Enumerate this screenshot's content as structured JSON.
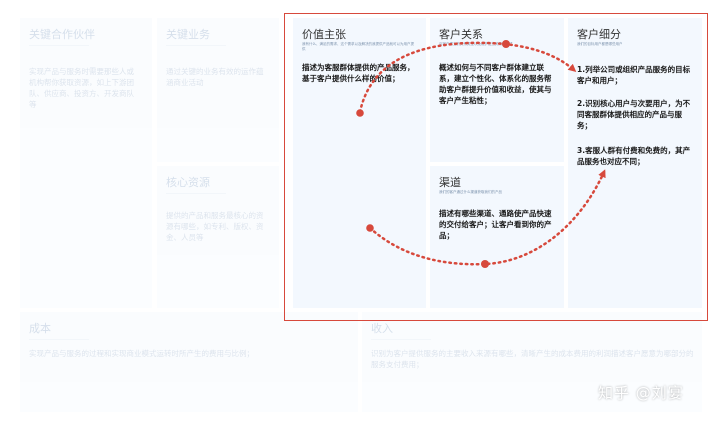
{
  "blocks": {
    "key_partners": {
      "title": "关键合作伙伴",
      "body": "实现产品与服务时需要那些人或机构帮你获取资源，如上下游团队、供应商、投资方、开发商队等"
    },
    "key_activities": {
      "title": "关键业务",
      "body": "通过关键的业务有效的运作蕴涵商业活动"
    },
    "key_resources": {
      "title": "核心资源",
      "body": "提供的产品和服务最核心的资源有哪些，如专利、版权、资金、人员等"
    },
    "value_proposition": {
      "title": "价值主张",
      "sub": "我有什么、满足的需求、这个需求以及解决的我提供产品就可以为用户提供",
      "body": "描述为客服群体提供的产品服务，基于客户提供什么样的价值；"
    },
    "customer_relationships": {
      "title": "客户关系",
      "sub": "与客户建立的关系类型以及维护这些关系的方式",
      "body": "概述如何与不同客户群体建立联系，建立个性化、体系化的服务帮助客户群提升价值和收益，使其与客户产生粘性；"
    },
    "channels": {
      "title": "渠道",
      "sub": "我们的客户通过什么渠道获取我们的产品",
      "body": "描述有哪些渠道、通路使产品快速的交付给客户；让客户看到你的产品；"
    },
    "customer_segments": {
      "title": "客户细分",
      "sub": "我们的目标用户都是哪些用户",
      "items": [
        "1.列举公司或组织产品服务的目标客户和用户；",
        "2.识别核心用户与次要用户，为不同客服群体提供相应的产品与服务；",
        "3.客服人群有付费和免费的，其产品服务也对应不同；"
      ]
    },
    "cost_structure": {
      "title": "成本",
      "body": "实现产品与服务的过程和实现商业模式运转时所产生的费用与比例；"
    },
    "revenue_streams": {
      "title": "收入",
      "body": "识别为客户提供服务的主要收入来源有哪些，清晰产生的成本费用的利润描述客户愿意为哪部分的服务支付费用；"
    }
  },
  "colors": {
    "highlight_frame": "#d7493c",
    "cell_bg": "#f3f8fe",
    "arrow": "#d7493c"
  },
  "watermark": "知乎 @刘宴"
}
